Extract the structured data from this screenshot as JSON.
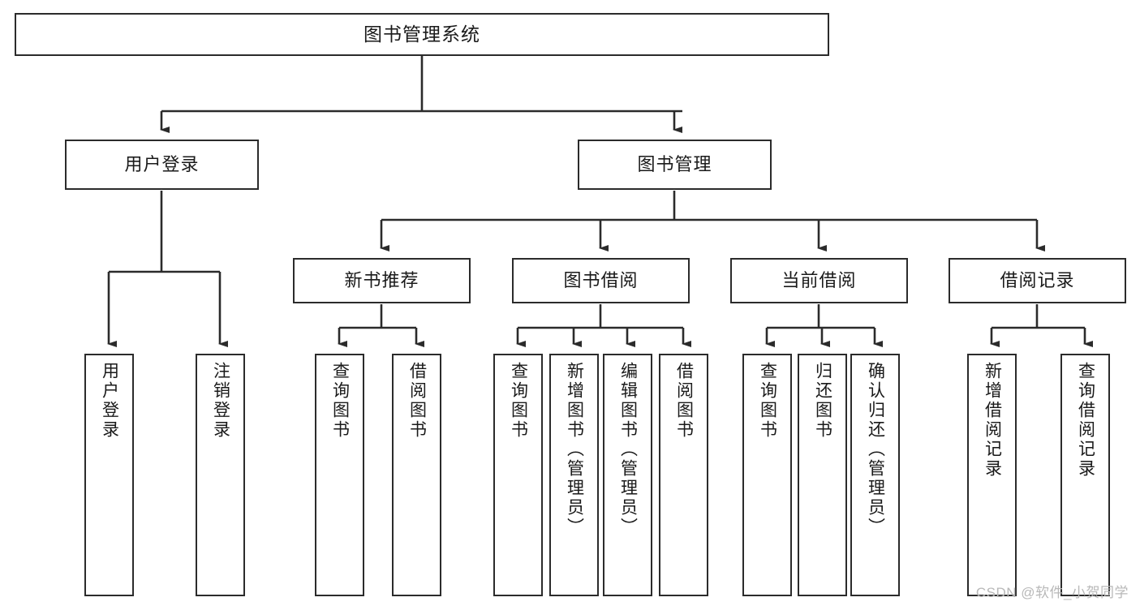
{
  "diagram": {
    "title": "图书管理系统",
    "root": {
      "label": "图书管理系统"
    },
    "level2": [
      {
        "label": "用户登录"
      },
      {
        "label": "图书管理"
      }
    ],
    "level3": [
      {
        "label": "新书推荐"
      },
      {
        "label": "图书借阅"
      },
      {
        "label": "当前借阅"
      },
      {
        "label": "借阅记录"
      }
    ],
    "leaves": [
      {
        "label": "用户登录"
      },
      {
        "label": "注销登录"
      },
      {
        "label": "查询图书"
      },
      {
        "label": "借阅图书"
      },
      {
        "label": "查询图书"
      },
      {
        "label": "新增图书（管理员）"
      },
      {
        "label": "编辑图书（管理员）"
      },
      {
        "label": "借阅图书"
      },
      {
        "label": "查询图书"
      },
      {
        "label": "归还图书"
      },
      {
        "label": "确认归还（管理员）"
      },
      {
        "label": "新增借阅记录"
      },
      {
        "label": "查询借阅记录"
      }
    ]
  },
  "watermark": {
    "text": "CSDN @软件_小贺同学"
  },
  "colors": {
    "stroke": "#2b2b2b",
    "background": "#ffffff",
    "text": "#1a1a1a",
    "watermark": "#b8b8b8"
  }
}
